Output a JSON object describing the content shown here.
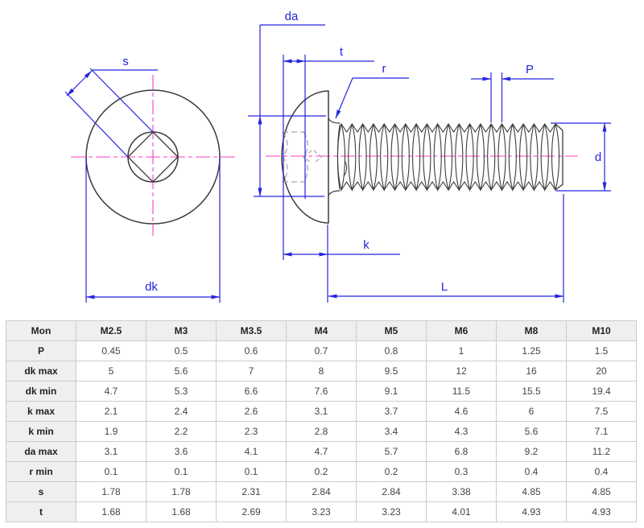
{
  "diagram": {
    "labels": {
      "s": "s",
      "dk": "dk",
      "da": "da",
      "t": "t",
      "r": "r",
      "p": "P",
      "d": "d",
      "k": "k",
      "l": "L"
    },
    "colors": {
      "dimension_blue": "#2424e0",
      "centerline_magenta": "#ff3dc6",
      "outline_dark": "#3b3b3b",
      "hidden_line_gray": "#a8a8a8"
    }
  },
  "table": {
    "headers": [
      "Mon",
      "M2.5",
      "M3",
      "M3.5",
      "M4",
      "M5",
      "M6",
      "M8",
      "M10"
    ],
    "rows": [
      {
        "label": "P",
        "values": [
          "0.45",
          "0.5",
          "0.6",
          "0.7",
          "0.8",
          "1",
          "1.25",
          "1.5"
        ]
      },
      {
        "label": "dk max",
        "values": [
          "5",
          "5.6",
          "7",
          "8",
          "9.5",
          "12",
          "16",
          "20"
        ]
      },
      {
        "label": "dk min",
        "values": [
          "4.7",
          "5.3",
          "6.6",
          "7.6",
          "9.1",
          "11.5",
          "15.5",
          "19.4"
        ]
      },
      {
        "label": "k max",
        "values": [
          "2.1",
          "2.4",
          "2.6",
          "3.1",
          "3.7",
          "4.6",
          "6",
          "7.5"
        ]
      },
      {
        "label": "k min",
        "values": [
          "1.9",
          "2.2",
          "2.3",
          "2.8",
          "3.4",
          "4.3",
          "5.6",
          "7.1"
        ]
      },
      {
        "label": "da max",
        "values": [
          "3.1",
          "3.6",
          "4.1",
          "4.7",
          "5.7",
          "6.8",
          "9.2",
          "11.2"
        ]
      },
      {
        "label": "r min",
        "values": [
          "0.1",
          "0.1",
          "0.1",
          "0.2",
          "0.2",
          "0.3",
          "0.4",
          "0.4"
        ]
      },
      {
        "label": "s",
        "values": [
          "1.78",
          "1.78",
          "2.31",
          "2.84",
          "2.84",
          "3.38",
          "4.85",
          "4.85"
        ]
      },
      {
        "label": "t",
        "values": [
          "1.68",
          "1.68",
          "2.69",
          "3.23",
          "3.23",
          "4.01",
          "4.93",
          "4.93"
        ]
      }
    ],
    "colors": {
      "header_bg": "#efefef",
      "border": "#cccccc"
    }
  }
}
